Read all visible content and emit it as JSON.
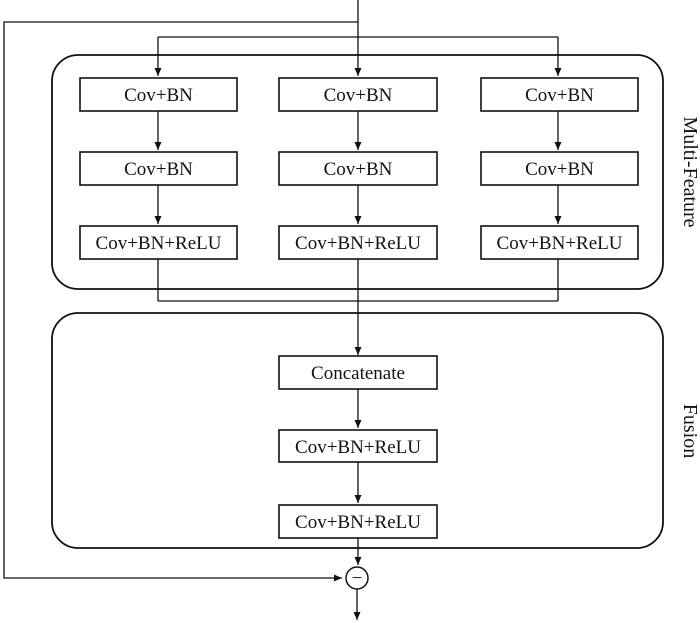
{
  "groups": {
    "multi_feature": {
      "label": "Multi-Feature"
    },
    "fusion": {
      "label": "Fusion"
    }
  },
  "branches": [
    {
      "blocks": [
        "Cov+BN",
        "Cov+BN",
        "Cov+BN+ReLU"
      ]
    },
    {
      "blocks": [
        "Cov+BN",
        "Cov+BN",
        "Cov+BN+ReLU"
      ]
    },
    {
      "blocks": [
        "Cov+BN",
        "Cov+BN",
        "Cov+BN+ReLU"
      ]
    }
  ],
  "fusion_blocks": [
    "Concatenate",
    "Cov+BN+ReLU",
    "Cov+BN+ReLU"
  ],
  "subtract": {
    "symbol": "−"
  }
}
